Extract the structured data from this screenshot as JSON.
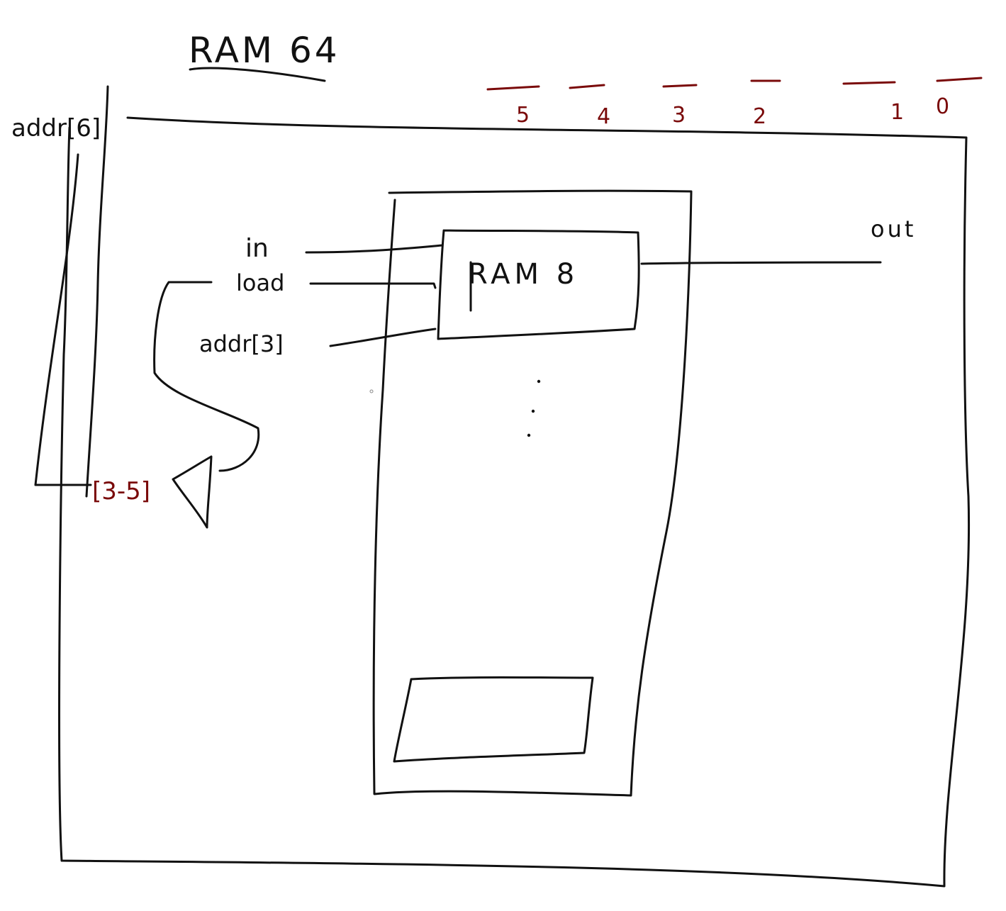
{
  "title": "RAM 64",
  "outer_input_label": "addr[6]",
  "bit_labels": [
    "5",
    "4",
    "3",
    "2",
    "1",
    "0"
  ],
  "inner_chip": {
    "name": "RAM 8",
    "inputs": {
      "in": "in",
      "load": "load",
      "addr": "addr[3]"
    },
    "output": "out"
  },
  "address_slice_label": "[3-5]",
  "colors": {
    "ink": "#111111",
    "annotation": "#7a0a0a",
    "background": "#ffffff"
  }
}
